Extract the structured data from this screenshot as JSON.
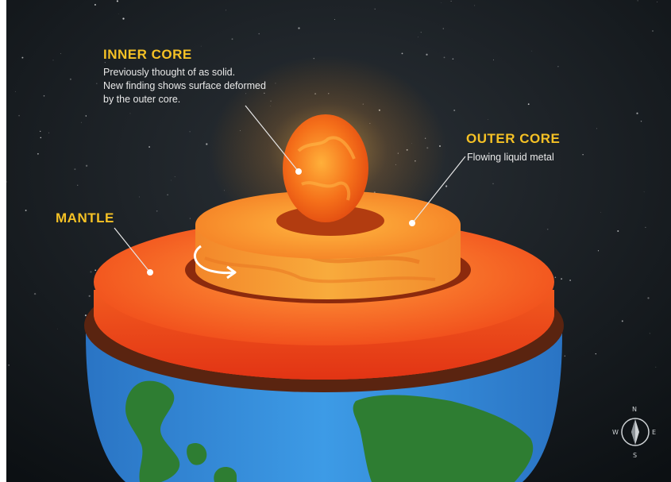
{
  "inner_core": {
    "title": "INNER CORE",
    "lines": [
      "Previously thought of as solid.",
      "New finding shows surface deformed",
      "by the outer core."
    ]
  },
  "outer_core": {
    "title": "OUTER CORE",
    "lines": [
      "Flowing liquid metal"
    ]
  },
  "mantle": {
    "title": "MANTLE"
  },
  "compass": {
    "n": "N",
    "s": "S",
    "e": "E",
    "w": "W"
  },
  "colors": {
    "space": "#0f1417",
    "label": "#f5c125",
    "mantle": "#ea3f18",
    "outer_core": "#f6902a",
    "inner_core": "#f26a14",
    "ocean": "#2f86d6",
    "land": "#2e7d32"
  }
}
